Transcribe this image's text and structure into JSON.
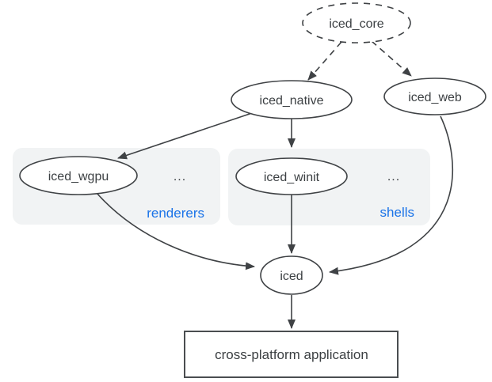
{
  "diagram": {
    "nodes": [
      {
        "id": "iced_core",
        "label": "iced_core",
        "shape": "ellipse-dashed"
      },
      {
        "id": "iced_native",
        "label": "iced_native",
        "shape": "ellipse"
      },
      {
        "id": "iced_web",
        "label": "iced_web",
        "shape": "ellipse"
      },
      {
        "id": "iced_wgpu",
        "label": "iced_wgpu",
        "shape": "ellipse",
        "group": "renderers"
      },
      {
        "id": "iced_winit",
        "label": "iced_winit",
        "shape": "ellipse",
        "group": "shells"
      },
      {
        "id": "iced",
        "label": "iced",
        "shape": "ellipse"
      },
      {
        "id": "cross_platform_application",
        "label": "cross-platform application",
        "shape": "rect"
      }
    ],
    "groups": [
      {
        "id": "renderers",
        "label": "renderers",
        "ellipsis": "..."
      },
      {
        "id": "shells",
        "label": "shells",
        "ellipsis": "..."
      }
    ],
    "edges": [
      {
        "from": "iced_core",
        "to": "iced_native",
        "style": "dashed"
      },
      {
        "from": "iced_core",
        "to": "iced_web",
        "style": "dashed"
      },
      {
        "from": "iced_native",
        "to": "iced_wgpu",
        "style": "solid"
      },
      {
        "from": "iced_native",
        "to": "iced_winit",
        "style": "solid"
      },
      {
        "from": "iced_winit",
        "to": "iced",
        "style": "solid"
      },
      {
        "from": "iced_wgpu",
        "to": "iced",
        "style": "solid"
      },
      {
        "from": "iced_web",
        "to": "iced",
        "style": "solid"
      },
      {
        "from": "iced",
        "to": "cross_platform_application",
        "style": "solid"
      }
    ],
    "colors": {
      "background": "#ffffff",
      "stroke": "#3f4245",
      "text": "#3c4043",
      "group_bg": "#f1f3f4",
      "group_label": "#1a73e8"
    }
  }
}
